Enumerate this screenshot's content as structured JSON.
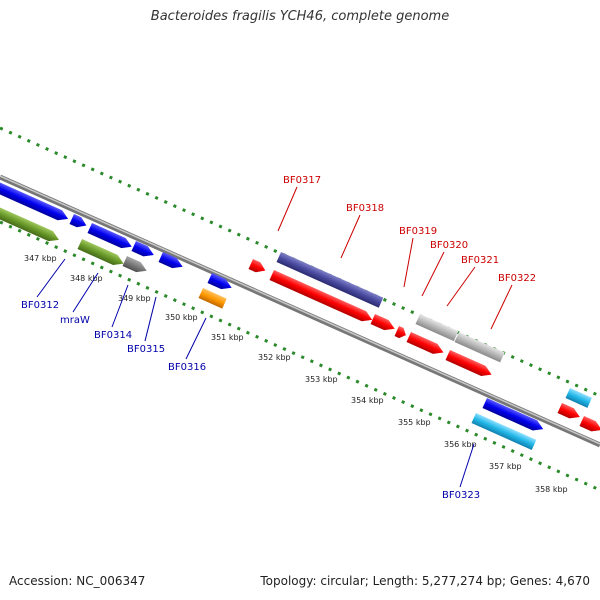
{
  "title": "Bacteroides fragilis YCH46, complete genome",
  "footer": {
    "accession": "Accession: NC_006347",
    "stats": "Topology: circular; Length: 5,277,274 bp; Genes: 4,670"
  },
  "colors": {
    "backbone": "#8a8a8a",
    "ticks": "#2a8a2a",
    "top_strand_label": "#cc0000",
    "bottom_strand_label": "#0000aa",
    "red_gene": "#ff0000",
    "blue_gene": "#0000ee",
    "navy_gene": "#4a4aa0",
    "olive_gene": "#6a9a2a",
    "gray_gene": "#b0b0b0",
    "orange_gene": "#ff9900",
    "cyan_gene": "#22b8e8"
  },
  "kbp_ticks": [
    "347 kbp",
    "348 kbp",
    "349 kbp",
    "350 kbp",
    "351 kbp",
    "352 kbp",
    "353 kbp",
    "354 kbp",
    "355 kbp",
    "356 kbp",
    "357 kbp",
    "358 kbp"
  ],
  "top_gene_labels": [
    "BF0317",
    "BF0318",
    "BF0319",
    "BF0320",
    "BF0321",
    "BF0322"
  ],
  "bottom_gene_labels": [
    "BF0312",
    "mraW",
    "BF0314",
    "BF0315",
    "BF0316",
    "BF0323"
  ]
}
